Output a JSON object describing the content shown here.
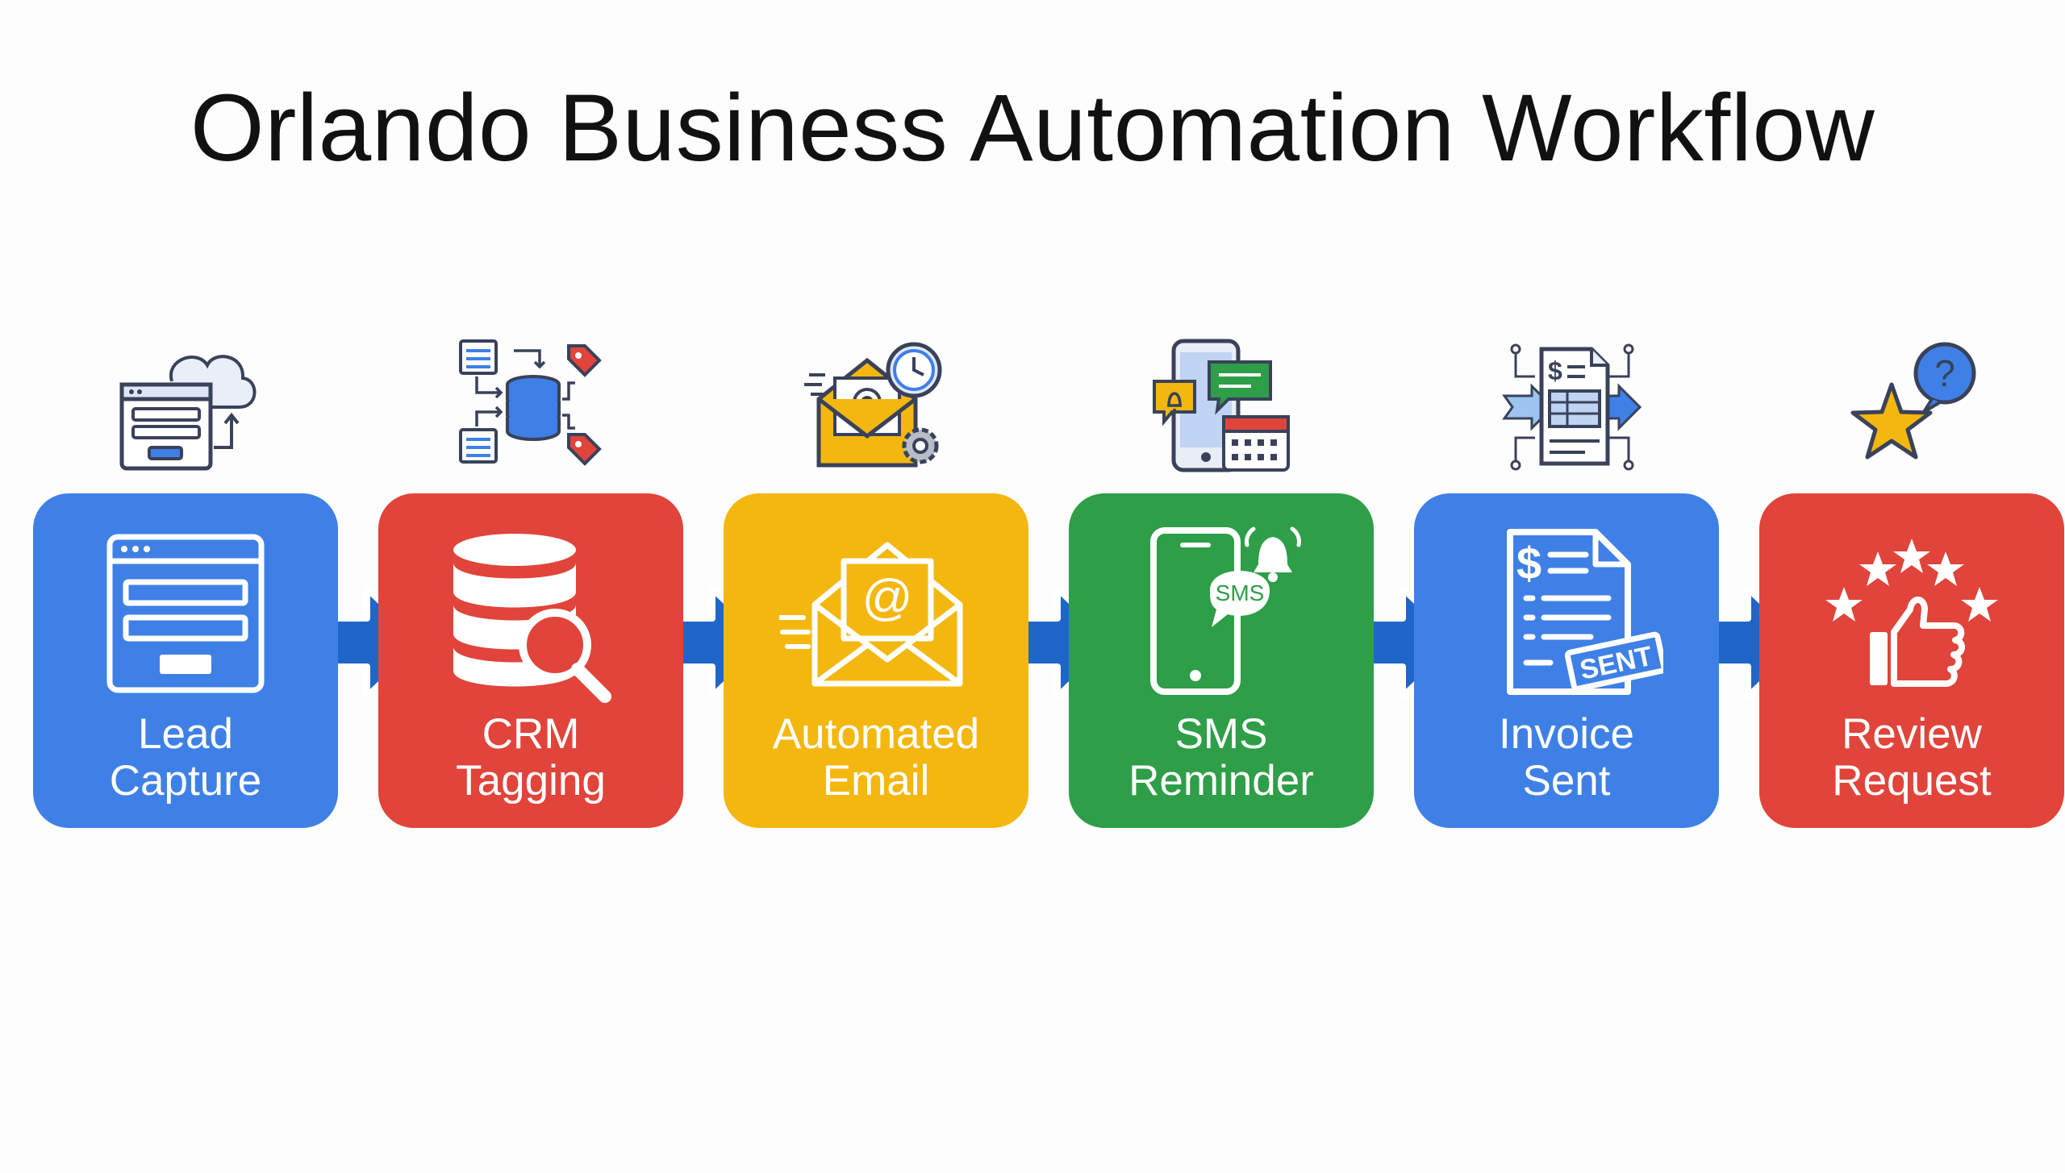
{
  "title": "Orlando Business Automation Workflow",
  "colors": {
    "blue": "#3f80e6",
    "red": "#e0443a",
    "yellow": "#f4b710",
    "green": "#2e9e48",
    "arrow": "#1e66c8"
  },
  "steps": [
    {
      "line1": "Lead",
      "line2": "Capture",
      "color": "blue",
      "card_icon": "web-form-icon",
      "top_icon": "cloud-form-upload-icon"
    },
    {
      "line1": "CRM",
      "line2": "Tagging",
      "color": "red",
      "card_icon": "database-search-icon",
      "top_icon": "database-tags-icon"
    },
    {
      "line1": "Automated",
      "line2": "Email",
      "color": "yellow",
      "card_icon": "email-at-icon",
      "top_icon": "email-clock-gear-icon"
    },
    {
      "line1": "SMS",
      "line2": "Reminder",
      "color": "green",
      "card_icon": "phone-sms-bell-icon",
      "top_icon": "phone-chat-calendar-icon"
    },
    {
      "line1": "Invoice",
      "line2": "Sent",
      "color": "blue",
      "card_icon": "invoice-sent-stamp-icon",
      "top_icon": "invoice-circuit-icon"
    },
    {
      "line1": "Review",
      "line2": "Request",
      "color": "red",
      "card_icon": "stars-thumbs-up-icon",
      "top_icon": "star-question-icon"
    }
  ],
  "stamp_text": "SENT",
  "sms_text": "SMS",
  "dollar_sign": "$",
  "question_mark": "?"
}
